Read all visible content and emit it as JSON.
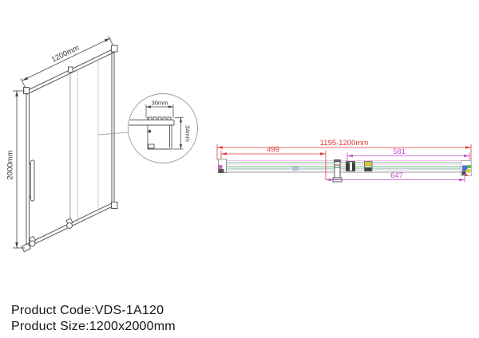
{
  "product_info": {
    "code_label": "Product Code:",
    "code_value": "VDS-1A120",
    "size_label": "Product Size:",
    "size_value": "1200x2000mm"
  },
  "front_view": {
    "width_dim": "1200mm",
    "height_dim": "2000mm"
  },
  "detail_view": {
    "rail_width_dim": "30mm",
    "rail_height_dim": "34mm"
  },
  "plan_view": {
    "overall_width_dim": "1195-1200mm",
    "left_section_dim": "499",
    "right_section_dim": "581",
    "bottom_section_dim": "647"
  },
  "colors": {
    "dim_red": "#e03a3a",
    "dim_magenta": "#c44fc8",
    "glass_green": "#6abf69",
    "teal_line": "#4a9d8f",
    "drawing_gray": "#5a5a5a"
  }
}
